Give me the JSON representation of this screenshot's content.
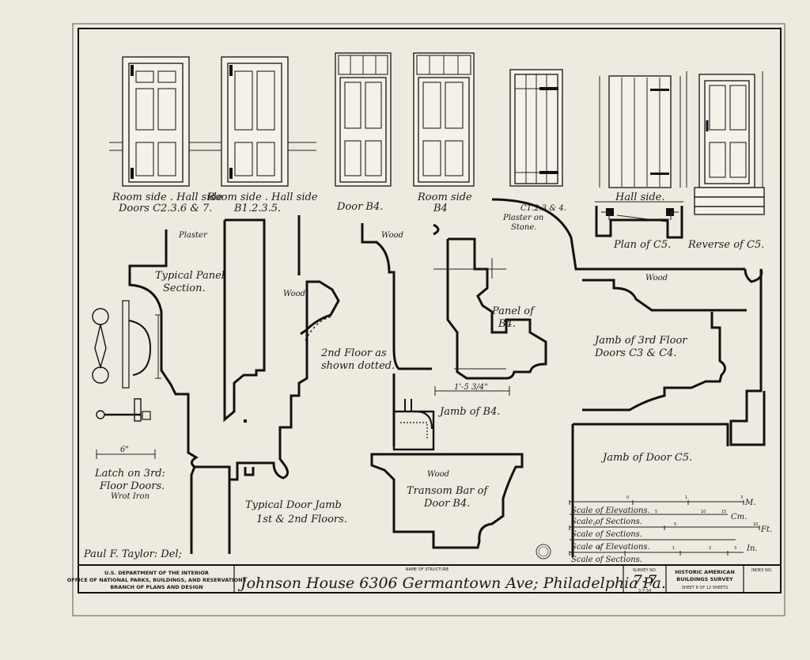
{
  "doors": [
    {
      "label": "Room side . Hall side",
      "sub": "Doors C2.3.6 & 7."
    },
    {
      "label": "Room side . Hall side",
      "sub": "B1.2.3.5."
    },
    {
      "label": "Door B4.",
      "sub": ""
    },
    {
      "label": "Room side",
      "sub": "B4"
    },
    {
      "label": "Hall side.",
      "sub": ""
    },
    {
      "label": "Plan of C5.",
      "sub": ""
    },
    {
      "label": "Reverse of C5.",
      "sub": ""
    }
  ],
  "labels": {
    "plaster": "Plaster",
    "typical_panel_1": "Typical Panel",
    "typical_panel_2": "Section.",
    "wood": "Wood",
    "second_floor_1": "2nd Floor as",
    "second_floor_2": "shown dotted.",
    "panel_b4_1": "Panel of",
    "panel_b4_2": "B4.",
    "c12_4": "C1.2.3 & 4.",
    "plaster_stone_1": "Plaster on",
    "plaster_stone_2": "Stone.",
    "jamb_3rd_1": "Jamb of 3rd Floor",
    "jamb_3rd_2": "Doors C3 & C4.",
    "jamb_b4": "Jamb of B4.",
    "jamb_c5": "Jamb of Door C5.",
    "latch_1": "Latch on 3rd:",
    "latch_2": "Floor Doors.",
    "latch_3": "Wrot Iron",
    "door_jamb_1": "Typical Door Jamb",
    "door_jamb_2": "1st & 2nd Floors.",
    "transom_1": "Transom Bar of",
    "transom_2": "Door B4.",
    "dim_6": "6\"",
    "dim_156": "1'-5 3/4\"",
    "delineator": "Paul F. Taylor: Del;"
  },
  "scales": {
    "s1_label": "Scale of Elevations.",
    "s1_unit": "M.",
    "s2_label": "Scale of Sections.",
    "s2_unit": "Cm.",
    "s3_label": "Scale of Sections.",
    "s3_unit": "Ft.",
    "s4_label": "Scale of Elevations.",
    "s4_unit": "In.",
    "s5_label": "Scale of Sections.",
    "t1": [
      "0",
      "1",
      "3"
    ],
    "t2": [
      "5",
      "10",
      "15"
    ],
    "t3": [
      "0",
      "5",
      "10"
    ],
    "t4": [
      "0",
      "1",
      "2",
      "3"
    ]
  },
  "title_block": {
    "agency_1": "U.S. DEPARTMENT OF THE INTERIOR",
    "agency_2": "OFFICE OF NATIONAL PARKS, BUILDINGS, AND RESERVATIONS",
    "agency_3": "BRANCH OF PLANS AND DESIGN",
    "name_label": "NAME OF STRUCTURE",
    "structure": "Johnson House  6306 Germantown Ave; Philadelphia Pa.",
    "survey_label": "SURVEY NO.",
    "survey_no": "7-7",
    "survey_date": "3-7-34",
    "habs_1": "HISTORIC AMERICAN",
    "habs_2": "BUILDINGS SURVEY",
    "sheet_text": "SHEET 8 OF 12 SHEETS",
    "index_label": "INDEX NO."
  }
}
